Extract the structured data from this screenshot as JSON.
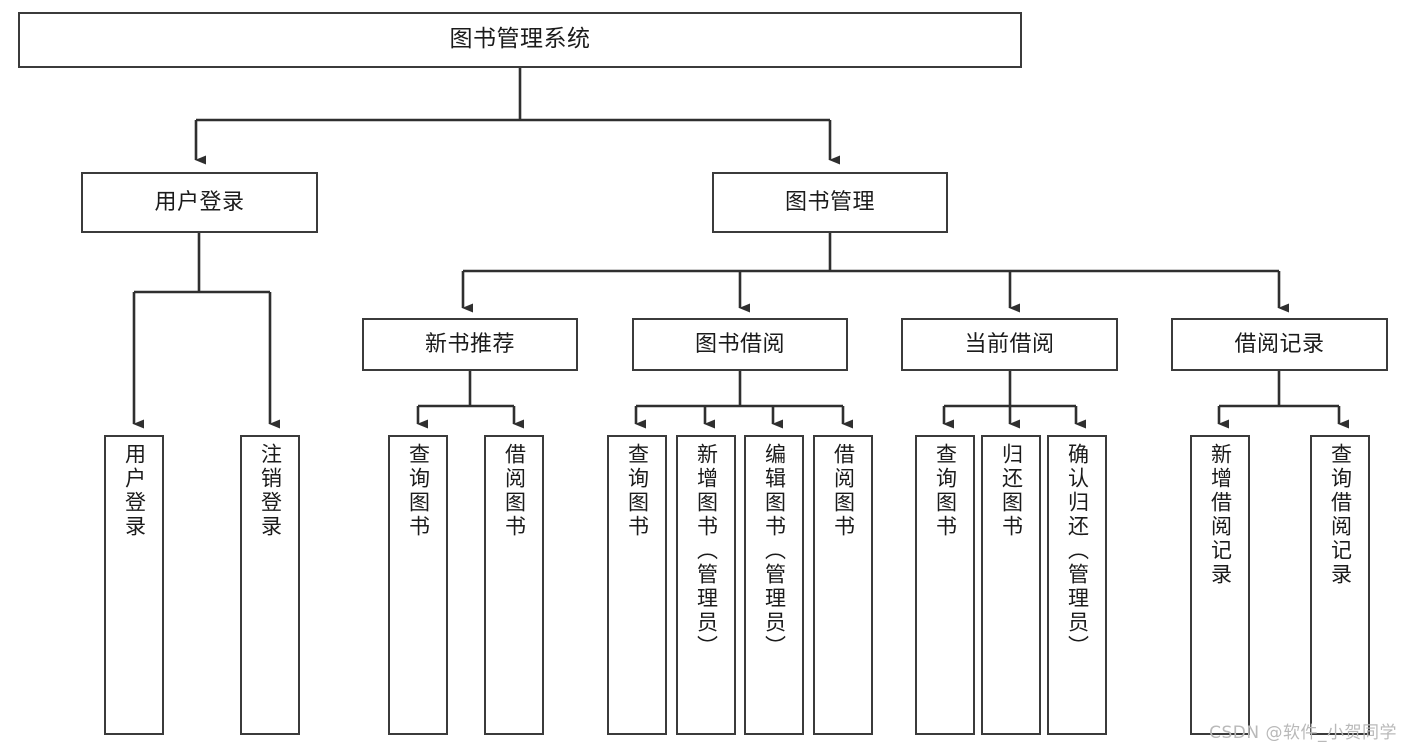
{
  "diagram": {
    "title": "图书管理系统",
    "type": "tree-hierarchy",
    "watermark": "CSDN @软件_小贺同学",
    "colors": {
      "border": "#3b3b3b",
      "background": "#ffffff",
      "text": "#1b1b1b",
      "connector": "#2f2f2f",
      "watermark": "#b9b9b9"
    },
    "levels": {
      "root": {
        "label": "图书管理系统"
      },
      "level1": [
        {
          "id": "user-login",
          "label": "用户登录"
        },
        {
          "id": "book-manage",
          "label": "图书管理"
        }
      ],
      "level2": [
        {
          "id": "new-book-recommend",
          "label": "新书推荐"
        },
        {
          "id": "book-borrow",
          "label": "图书借阅"
        },
        {
          "id": "current-borrow",
          "label": "当前借阅"
        },
        {
          "id": "borrow-record",
          "label": "借阅记录"
        }
      ],
      "leaves": {
        "user-login": [
          {
            "id": "leaf-user-login",
            "label": "用户登录"
          },
          {
            "id": "leaf-logout",
            "label": "注销登录"
          }
        ],
        "new-book-recommend": [
          {
            "id": "leaf-query-book-1",
            "label": "查询图书"
          },
          {
            "id": "leaf-borrow-book-1",
            "label": "借阅图书"
          }
        ],
        "book-borrow": [
          {
            "id": "leaf-query-book-2",
            "label": "查询图书"
          },
          {
            "id": "leaf-add-book",
            "label": "新增图书（管理员）"
          },
          {
            "id": "leaf-edit-book",
            "label": "编辑图书（管理员）"
          },
          {
            "id": "leaf-borrow-book-2",
            "label": "借阅图书"
          }
        ],
        "current-borrow": [
          {
            "id": "leaf-query-book-3",
            "label": "查询图书"
          },
          {
            "id": "leaf-return-book",
            "label": "归还图书"
          },
          {
            "id": "leaf-confirm-return",
            "label": "确认归还（管理员）"
          }
        ],
        "borrow-record": [
          {
            "id": "leaf-add-record",
            "label": "新增借阅记录"
          },
          {
            "id": "leaf-query-record",
            "label": "查询借阅记录"
          }
        ]
      }
    }
  }
}
